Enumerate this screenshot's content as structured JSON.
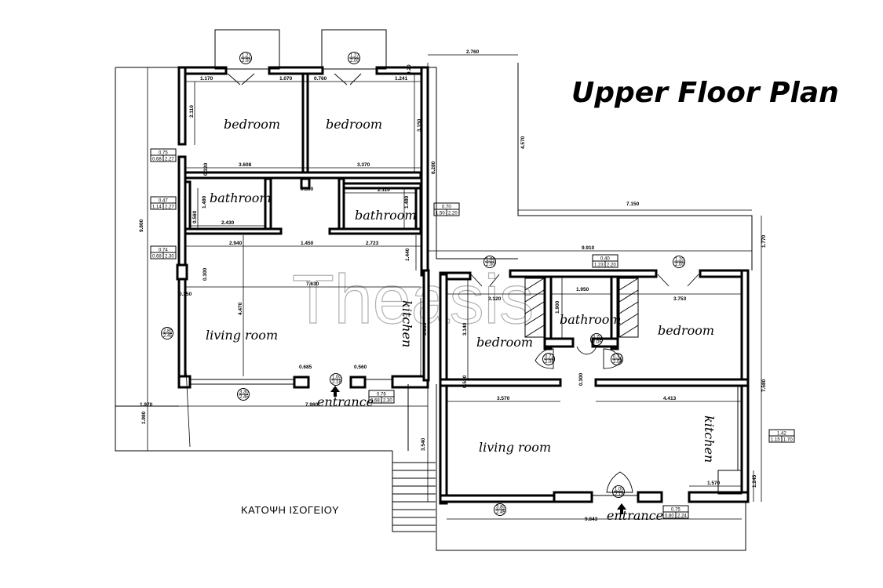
{
  "title": "Upper Floor Plan",
  "subtitle": "ΚΑΤΟΨΗ ΙΣΟΓΕΙΟΥ",
  "watermark": "Theasis",
  "rooms": [
    {
      "id": "left-bedroom-1",
      "label": "bedroom"
    },
    {
      "id": "left-bedroom-2",
      "label": "bedroom"
    },
    {
      "id": "left-bathroom-1",
      "label": "bathroom"
    },
    {
      "id": "left-bathroom-2",
      "label": "bathroom"
    },
    {
      "id": "left-living-room",
      "label": "living room"
    },
    {
      "id": "left-kitchen",
      "label": "kitchen"
    },
    {
      "id": "left-entrance",
      "label": "entrance"
    },
    {
      "id": "right-bedroom-1",
      "label": "bedroom"
    },
    {
      "id": "right-bathroom",
      "label": "bathroom"
    },
    {
      "id": "right-bedroom-2",
      "label": "bedroom"
    },
    {
      "id": "right-living-room",
      "label": "living room"
    },
    {
      "id": "right-kitchen",
      "label": "kitchen"
    },
    {
      "id": "right-entrance",
      "label": "entrance"
    }
  ],
  "dimensions": {
    "d1170": "1.170",
    "d1070": "1.070",
    "d0760": "0.760",
    "d1241": "1.241",
    "d020": "0.20",
    "d2110a": "2.110",
    "d3150": "3.150",
    "d3608": "3.608",
    "d3370": "3.370",
    "d0320": "0.320",
    "d0300a": "0.300",
    "d2110b": "2.110",
    "d1480a": "1.480",
    "d1480b": "1.480",
    "d0560a": "0.560",
    "d2430": "2.430",
    "d2940": "2.940",
    "d1450": "1.450",
    "d2723": "2.723",
    "d1440": "1.440",
    "d0300b": "0.300",
    "d0350": "0.350",
    "d7630": "7.630",
    "d4470": "4.470",
    "d3003": "3.003",
    "d0685": "0.685",
    "d0560b": "0.560",
    "d9800": "9.800",
    "d1970": "1.970",
    "d1980": "1.980",
    "d7980": "7.980",
    "d2760": "2.760",
    "d4570": "4.570",
    "d6280": "6.280",
    "d7150": "7.150",
    "d1770": "1.770",
    "d9910": "9.910",
    "d3120": "3.120",
    "d1900": "1.900",
    "d1950": "1.950",
    "d3753": "3.753",
    "d3140": "3.140",
    "d0530": "0.530",
    "d0300c": "0.300",
    "d3570": "3.570",
    "d4413": "4.413",
    "d7580": "7.580",
    "d3540": "3.540",
    "d1570": "1.570",
    "d1245": "1.245",
    "d9843": "9.843"
  },
  "openings": {
    "w1": {
      "top": "1.27",
      "bot": "2.00"
    },
    "w2": {
      "top": "1.27",
      "bot": "2.00"
    },
    "w3": {
      "top": "0.75",
      "bl": "0.68",
      "br": "2.27"
    },
    "w4": {
      "top": "0.47",
      "bl": "1.14",
      "br": "2.27"
    },
    "w5": {
      "top": "0.74",
      "bl": "0.68",
      "br": "2.30"
    },
    "w6": {
      "top": "0.70",
      "bl": "1.50",
      "br": "2.20"
    },
    "w7": {
      "top": "2.85",
      "bot": "2.45"
    },
    "w8": {
      "top": "1.00",
      "bot": "2.18"
    },
    "w9": {
      "top": "3.30",
      "bot": "2.45"
    },
    "w10": {
      "top": "0.76",
      "bl": "0.68",
      "br": "2.30"
    },
    "w11": {
      "top": "1.00",
      "bot": "2.00"
    },
    "w12": {
      "top": "0.40",
      "bl": "1.23",
      "br": "2.20"
    },
    "w13": {
      "top": "1.20",
      "bot": "2.00"
    },
    "w14": {
      "top": "0.72",
      "bot": "2.06"
    },
    "w15": {
      "top": "0.70",
      "bot": "2.05"
    },
    "w16": {
      "top": "0.72",
      "bot": "2.06"
    },
    "w17": {
      "top": "1.42",
      "bl": "1.15",
      "br": "1.70"
    },
    "w18": {
      "top": "1.00",
      "bot": "2.18"
    },
    "w19": {
      "top": "3.80",
      "bot": "2.45"
    },
    "w20": {
      "top": "0.75",
      "bl": "0.60",
      "br": "2.24"
    }
  }
}
